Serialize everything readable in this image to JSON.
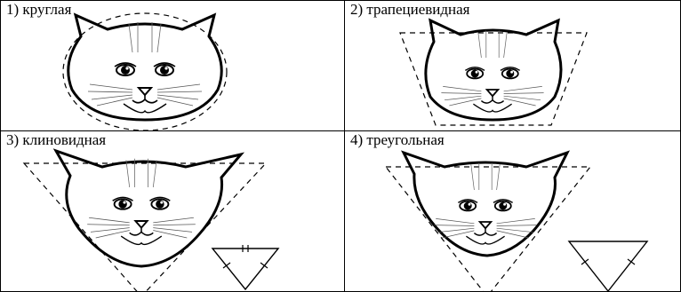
{
  "panels": [
    {
      "label": "1) круглая",
      "shape": "round"
    },
    {
      "label": "2) трапециевидная",
      "shape": "trapezoid"
    },
    {
      "label": "3) клиновидная",
      "shape": "wedge"
    },
    {
      "label": "4) треугольная",
      "shape": "triangle"
    }
  ]
}
